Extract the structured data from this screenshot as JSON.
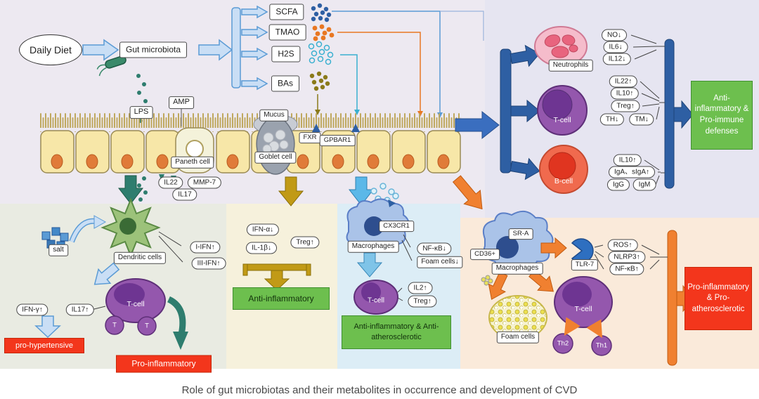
{
  "caption": "Role of gut microbiotas and their metabolites in occurrence and development of CVD",
  "colors": {
    "accent_blue": "#2e5fa3",
    "accent_light_blue": "#c9def5",
    "accent_orange": "#f08030",
    "accent_green": "#6dbf4e",
    "accent_red": "#f3361c",
    "accent_teal": "#2e7d6e",
    "accent_olive": "#c19a16",
    "cell_purple": "#9457ad",
    "macrophage_blue": "#aac3e8",
    "neutrophil_pink": "#f5bccb",
    "bcell_orange": "#f06a4e"
  },
  "top_left": {
    "daily_diet": "Daily Diet",
    "gut_microbiota": "Gut microbiota",
    "scfa": "SCFA",
    "tmao": "TMAO",
    "h2s": "H2S",
    "bas": "BAs",
    "lps": "LPS",
    "amp": "AMP",
    "mucus": "Mucus",
    "paneth_cell": "Paneth cell",
    "goblet_cell": "Goblet cell",
    "fxr": "FXR",
    "gpbar1": "GPBAR1",
    "il22": "IL22",
    "mmp7": "MMP-7",
    "il17": "IL17"
  },
  "right_panel": {
    "neutrophils_label": "Neutrophils",
    "neutrophil_markers": [
      "NO↓",
      "IL6↓",
      "IL12↓"
    ],
    "t_cell_label": "T-cell",
    "t_cell_markers": [
      "IL22↑",
      "IL10↑",
      "Treg↑",
      "TH↓",
      "TM↓"
    ],
    "b_cell_label": "B-cell",
    "b_cell_markers": [
      "IL10↑",
      "IgA、sIgA↑",
      "IgG",
      "IgM"
    ],
    "outcome": "Anti-inflammatory & Pro-immune defenses"
  },
  "dendritic_panel": {
    "salt": "salt",
    "dendritic_label": "Dendritic cells",
    "ifn_markers": [
      "I-IFN↑",
      "III-IFN↑"
    ],
    "t_cell_label": "T-cell",
    "t1": "T",
    "t2": "T",
    "cytokines": [
      "IFN-γ↑",
      "IL17↑"
    ],
    "hypertensive": "pro-hypertensive",
    "inflammatory": "Pro-inflammatory"
  },
  "scfa_panel": {
    "markers": [
      "IFN-α↓",
      "IL-1β↓",
      "Treg↑"
    ],
    "outcome": "Anti-inflammatory"
  },
  "macrophage_panel": {
    "cx3cr1": "CX3CR1",
    "macrophages_label": "Macrophages",
    "markers": [
      "NF-κB↓",
      "Foam cells↓"
    ],
    "t_cell_label": "T-cell",
    "t_markers": [
      "IL2↑",
      "Treg↑"
    ],
    "outcome": "Anti-inflammatory & Anti-atherosclerotic"
  },
  "tmao_panel": {
    "sr_a": "SR-A",
    "cd36": "CD36+",
    "macrophages_label": "Macrophages",
    "tlr7": "TLR-7",
    "markers": [
      "ROS↑",
      "NLRP3↑",
      "NF-κB↑"
    ],
    "foam_cells_label": "Foam cells",
    "t_cell_label": "T-cell",
    "th2": "Th2",
    "th1": "Th1",
    "outcome": "Pro-inflammatory & Pro-atherosclerotic"
  }
}
